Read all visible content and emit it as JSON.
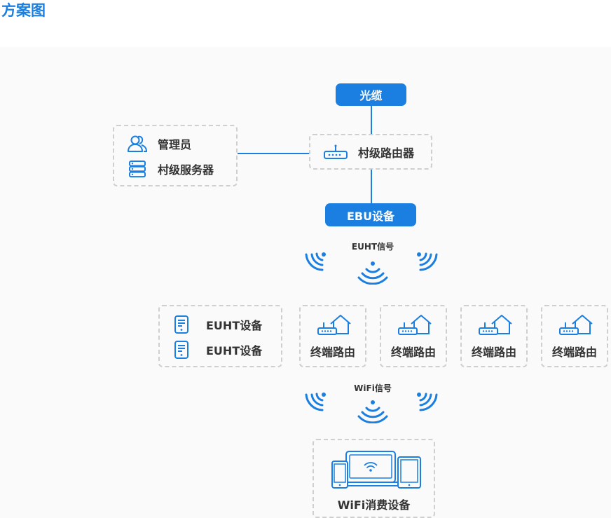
{
  "title": "方案图",
  "diagram": {
    "fiber_label": "光缆",
    "village_router_label": "村级路由器",
    "admin_label": "管理员",
    "village_server_label": "村级服务器",
    "ebu_label": "EBU设备",
    "euht_signal_label": "EUHT信号",
    "euht_devices": [
      "EUHT设备",
      "EUHT设备"
    ],
    "terminal_routers": [
      "终端路由",
      "终端路由",
      "终端路由",
      "终端路由"
    ],
    "wifi_signal_label": "WiFi信号",
    "wifi_consumer_label": "WiFi消费设备"
  },
  "colors": {
    "accent": "#1a7fe0",
    "dashed_border": "#cfcfcf",
    "canvas_bg": "#fafafa",
    "text": "#333333"
  },
  "icons": [
    "users-icon",
    "server-icon",
    "router-icon",
    "wifi-signal-icon",
    "device-icon",
    "home-router-icon",
    "devices-icon"
  ]
}
